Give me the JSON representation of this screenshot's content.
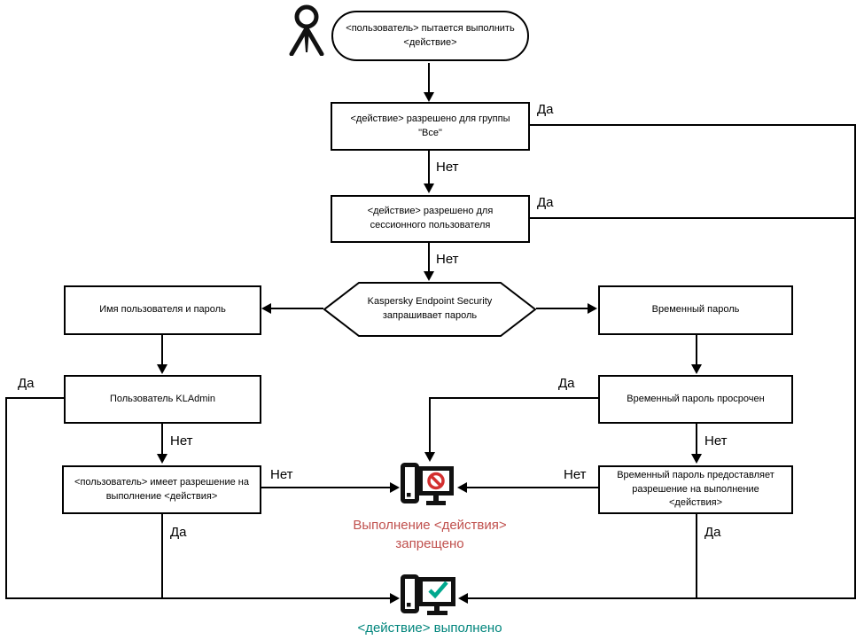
{
  "diagram": {
    "title_hint": "Password-protected action flow (Kaspersky Endpoint Security)",
    "labels": {
      "yes": "Да",
      "no": "Нет"
    },
    "nodes": {
      "start": "<пользователь> пытается выполнить <действие>",
      "group_all": "<действие> разрешено для группы \"Все\"",
      "session": "<действие> разрешено для сессионного пользователя",
      "kes_prompt": "Kaspersky Endpoint Security запрашивает пароль",
      "credentials": "Имя пользователя и пароль",
      "temp_password": "Временный пароль",
      "kladmin": "Пользователь KLAdmin",
      "user_permission": "<пользователь> имеет разрешение на выполнение <действия>",
      "temp_expired": "Временный пароль просрочен",
      "temp_grants": "Временный пароль предоставляет разрешение на выполнение <действия>",
      "denied": "Выполнение <действия> запрещено",
      "done": "<действие> выполнено"
    },
    "icons": {
      "user": "user-icon",
      "denied_computer": "computer-with-prohibition-icon",
      "done_computer": "computer-with-checkmark-icon"
    },
    "colors": {
      "line": "#000000",
      "box_border": "#000000",
      "denied_text": "#c0504d",
      "prohibition_sign": "#d32f2f",
      "done_text": "#00857c",
      "checkmark": "#00a88e"
    }
  }
}
